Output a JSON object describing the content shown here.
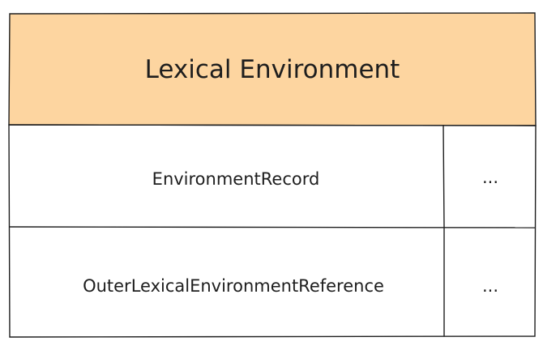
{
  "header": {
    "title": "Lexical Environment",
    "fill_color": "#fdd5a0"
  },
  "rows": [
    {
      "label": "EnvironmentRecord",
      "value": "..."
    },
    {
      "label": "OuterLexicalEnvironmentReference",
      "value": "..."
    }
  ],
  "colors": {
    "stroke": "#1e1e1e",
    "background": "#ffffff"
  }
}
